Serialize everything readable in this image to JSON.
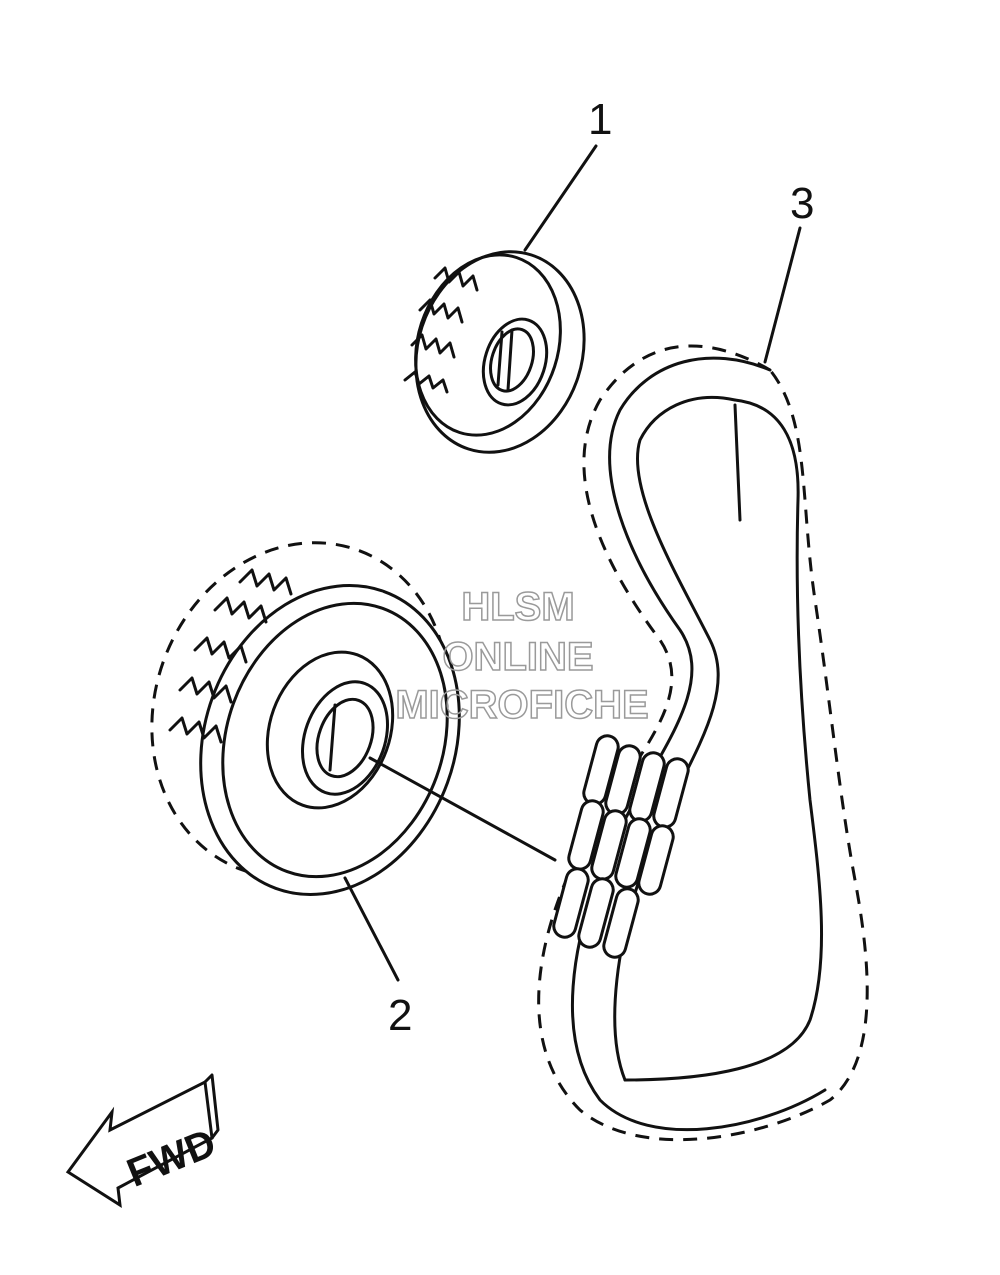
{
  "labels": {
    "part1": "1",
    "part2": "2",
    "part3": "3",
    "direction": "FWD"
  },
  "watermark": {
    "line1": "HLSM",
    "line2": "ONLINE",
    "line3": "MICROFICHE"
  },
  "colors": {
    "line": "#111111",
    "background": "#ffffff",
    "watermark": "#9a9a9a"
  }
}
